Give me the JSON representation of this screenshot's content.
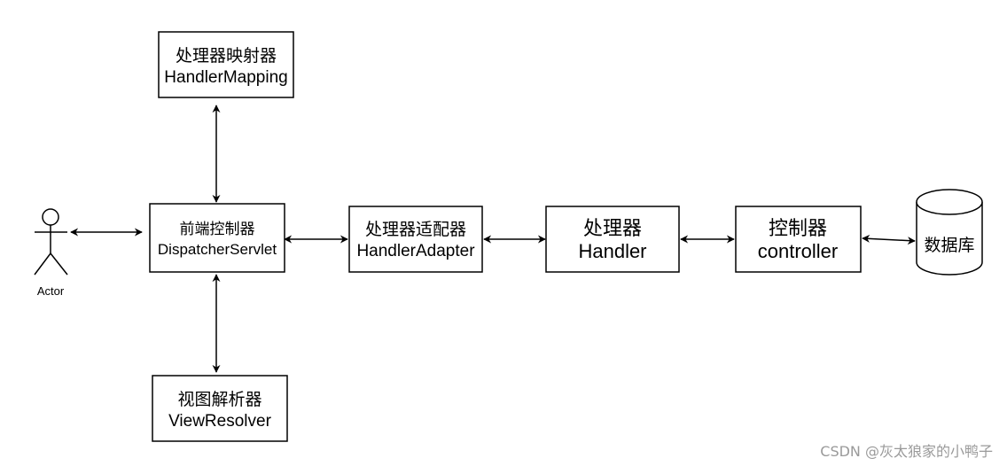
{
  "nodes": {
    "handler_mapping": {
      "line1": "处理器映射器",
      "line2": "HandlerMapping"
    },
    "dispatcher": {
      "line1": "前端控制器",
      "line2": "DispatcherServlet"
    },
    "handler_adapter": {
      "line1": "处理器适配器",
      "line2": "HandlerAdapter"
    },
    "handler": {
      "line1": "处理器",
      "line2": "Handler"
    },
    "controller": {
      "line1": "控制器",
      "line2": "controller"
    },
    "database": {
      "label": "数据库"
    },
    "view_resolver": {
      "line1": "视图解析器",
      "line2": "ViewResolver"
    },
    "actor": {
      "label": "Actor"
    }
  },
  "connections": [
    {
      "from": "actor",
      "to": "dispatcher",
      "direction": "both"
    },
    {
      "from": "handler_mapping",
      "to": "dispatcher",
      "direction": "both"
    },
    {
      "from": "dispatcher",
      "to": "view_resolver",
      "direction": "both"
    },
    {
      "from": "dispatcher",
      "to": "handler_adapter",
      "direction": "both"
    },
    {
      "from": "handler_adapter",
      "to": "handler",
      "direction": "both"
    },
    {
      "from": "handler",
      "to": "controller",
      "direction": "both"
    },
    {
      "from": "controller",
      "to": "database",
      "direction": "both"
    }
  ],
  "watermark": "CSDN @灰太狼家的小鸭子",
  "colors": {
    "stroke": "#000000",
    "fill": "#ffffff",
    "watermark": "#9a9a9a"
  }
}
